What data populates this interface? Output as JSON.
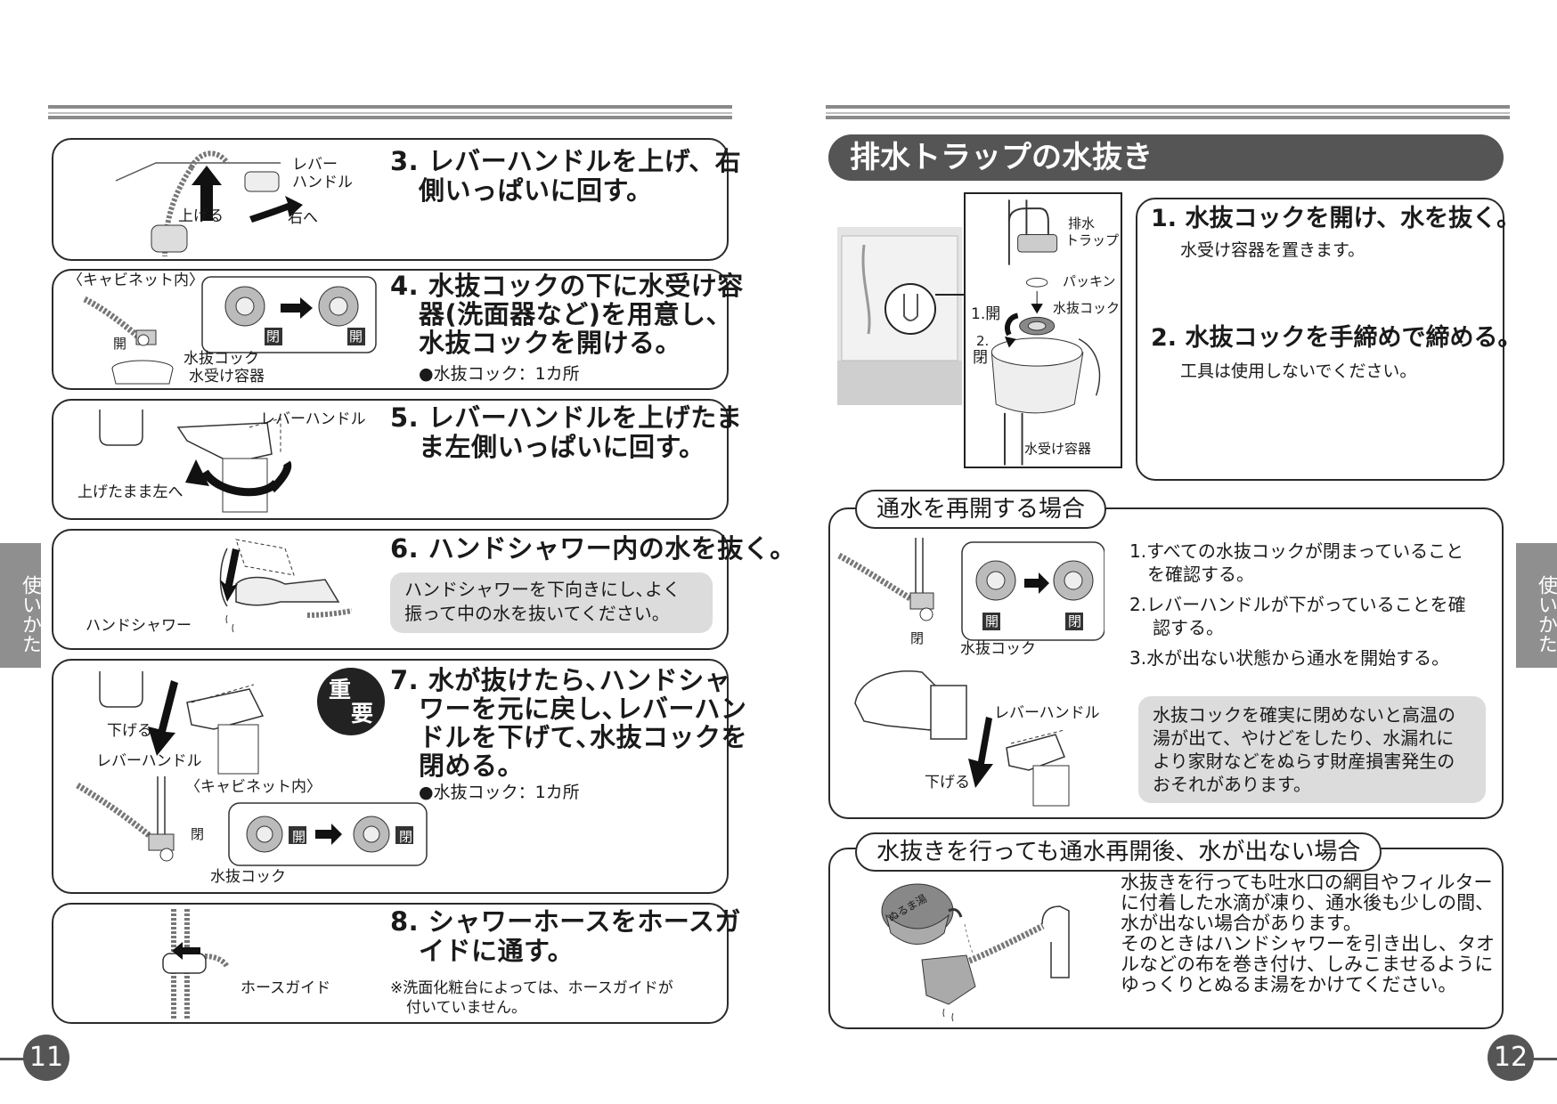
{
  "left_page": {
    "page_number": "11",
    "side_tab": "使いかた",
    "step3": {
      "title_line1": "3. レバーハンドルを上げ、右",
      "title_line2": "側いっぱいに回す。",
      "fig_labels": {
        "lever1": "レバー",
        "lever2": "ハンドル",
        "up": "上げる",
        "right": "右へ"
      }
    },
    "step4": {
      "title_line1": "4. 水抜コックの下に水受け容",
      "title_line2": "器(洗面器など)を用意し、",
      "title_line3": "水抜コックを開ける。",
      "note": "●水抜コック：1カ所",
      "fig_labels": {
        "cabinet": "〈キャビネット内〉",
        "open": "開",
        "closed_mark": "閉",
        "open_mark": "開",
        "cock": "水抜コック",
        "container": "水受け容器"
      }
    },
    "step5": {
      "title_line1": "5. レバーハンドルを上げたま",
      "title_line2": "ま左側いっぱいに回す。",
      "fig_labels": {
        "lever": "レバーハンドル",
        "up_left": "上げたまま左へ"
      }
    },
    "step6": {
      "title": "6. ハンドシャワー内の水を抜く。",
      "callout_line1": "ハンドシャワーを下向きにし､よく",
      "callout_line2": "振って中の水を抜いてください。",
      "fig_labels": {
        "shower": "ハンドシャワー"
      }
    },
    "step7": {
      "title_line1": "7. 水が抜けたら､ハンドシャ",
      "title_line2": "ワーを元に戻し､レバーハン",
      "title_line3": "ドルを下げて､水抜コックを",
      "title_line4": "閉める。",
      "note": "●水抜コック：1カ所",
      "badge_top": "重",
      "badge_bottom": "要",
      "fig_labels": {
        "down": "下げる",
        "lever": "レバーハンドル",
        "cabinet": "〈キャビネット内〉",
        "closed": "閉",
        "open_mark": "開",
        "closed_mark": "閉",
        "cock": "水抜コック"
      }
    },
    "step8": {
      "title_line1": "8. シャワーホースをホースガ",
      "title_line2": "イドに通す。",
      "note_line1": "※洗面化粧台によっては、ホースガイドが",
      "note_line2": "付いていません。",
      "fig_labels": {
        "guide": "ホースガイド"
      }
    }
  },
  "right_page": {
    "page_number": "12",
    "side_tab": "使いかた",
    "section_title": "排水トラップの水抜き",
    "fig_labels": {
      "trap1": "排水",
      "trap2": "トラップ",
      "packing": "パッキン",
      "cock": "水抜コック",
      "open": "1.開",
      "close_num": "2.",
      "close": "閉",
      "container": "水受け容器"
    },
    "step1": {
      "title": "1. 水抜コックを開け、水を抜く。",
      "sub": "水受け容器を置きます。"
    },
    "step2": {
      "title": "2. 水抜コックを手締めで締める。",
      "sub": "工具は使用しないでください。"
    },
    "resume": {
      "header": "通水を再開する場合",
      "items": [
        {
          "l1": "1.すべての水抜コックが閉まっていること",
          "l2": "を確認する。"
        },
        {
          "l1": "2.レバーハンドルが下がっていることを確",
          "l2": "認する。"
        },
        {
          "l1": "3.水が出ない状態から通水を開始する。",
          "l2": ""
        }
      ],
      "warning_line1": "水抜コックを確実に閉めないと高温の",
      "warning_line2": "湯が出て、やけどをしたり、水漏れに",
      "warning_line3": "より家財などをぬらす財産損害発生の",
      "warning_line4": "おそれがあります。",
      "fig_labels": {
        "open_mark": "開",
        "closed_mark": "閉",
        "closed": "閉",
        "cock": "水抜コック",
        "lever": "レバーハンドル",
        "down": "下げる"
      }
    },
    "no_water": {
      "header": "水抜きを行っても通水再開後、水が出ない場合",
      "lines": [
        "水抜きを行っても吐水口の網目やフィルター",
        "に付着した水滴が凍り、通水後も少しの間、",
        "水が出ない場合があります。",
        "そのときはハンドシャワーを引き出し、タオ",
        "ルなどの布を巻き付け、しみこませるように",
        "ゆっくりとぬるま湯をかけてください。"
      ],
      "kettle_label": "ぬるま湯"
    }
  }
}
